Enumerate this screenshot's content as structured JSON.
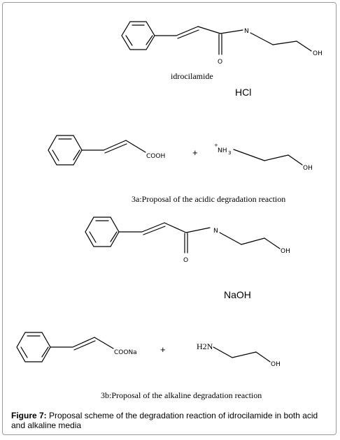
{
  "molecule1": {
    "n_label": "N",
    "o_label": "O",
    "oh_label": "OH",
    "name": "idrocilamide"
  },
  "reagent_acid": "HCl",
  "acid_products": {
    "cooh_label": "COOH",
    "plus": "+",
    "nh3_label": "NH",
    "nh3_sub": "3",
    "charge": "+",
    "oh_label": "OH"
  },
  "acid_caption": "3a:Proposal of the  acidic degradation reaction",
  "molecule2": {
    "n_label": "N",
    "o_label": "O",
    "oh_label": "OH"
  },
  "reagent_base": "NaOH",
  "base_products": {
    "coona_label": "COONa",
    "plus": "+",
    "h2n_label": "H2N",
    "oh_label": "OH"
  },
  "base_caption": "3b:Proposal of the alkaline degradation reaction",
  "figure": {
    "label": "Figure 7:",
    "text": " Proposal scheme of the degradation reaction of idrocilamide in both acid and alkaline media"
  }
}
